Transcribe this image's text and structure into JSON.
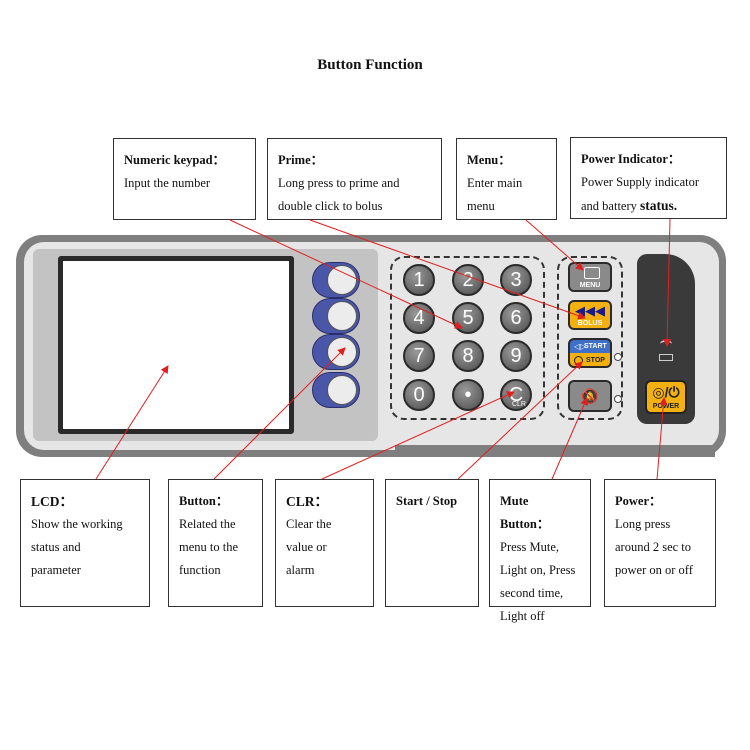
{
  "title": "Button Function",
  "callouts": {
    "keypad": {
      "heading": "Numeric keypad：",
      "text": "Input the number"
    },
    "prime": {
      "heading": "Prime：",
      "text": "Long press to prime and\ndouble click to bolus"
    },
    "menu": {
      "heading": "Menu：",
      "text": "Enter main\nmenu"
    },
    "power_indicator": {
      "heading": "Power Indicator：",
      "text": "Power Supply indicator\nand battery",
      "text_strong": "status."
    },
    "lcd": {
      "heading": "LCD：",
      "text": "Show the working\nstatus and\nparameter"
    },
    "button": {
      "heading": "Button：",
      "text": "Related the\nmenu to the\nfunction"
    },
    "clr": {
      "heading": "CLR：",
      "text": "Clear the\nvalue or\nalarm"
    },
    "start_stop": {
      "heading": "Start / Stop"
    },
    "mute": {
      "heading": "Mute Button：",
      "text": "Press Mute,\nLight on, Press\nsecond time,\nLight off"
    },
    "power": {
      "heading": "Power：",
      "text": "Long press\naround 2 sec to\npower on or off"
    }
  },
  "device": {
    "keys": [
      "1",
      "2",
      "3",
      "4",
      "5",
      "6",
      "7",
      "8",
      "9",
      "0",
      "•",
      "C"
    ],
    "clr_sub": "CLR",
    "menu_label": "MENU",
    "bolus_label": "BOLUS",
    "start_label": "START",
    "stop_label": "STOP",
    "power_label": "POWER",
    "colors": {
      "side_button": "#4a56a8",
      "bolus": "#f2b011",
      "start": "#3f6fc6",
      "stop": "#f2b011",
      "power": "#f2b011",
      "arrow": "#e02020"
    }
  }
}
